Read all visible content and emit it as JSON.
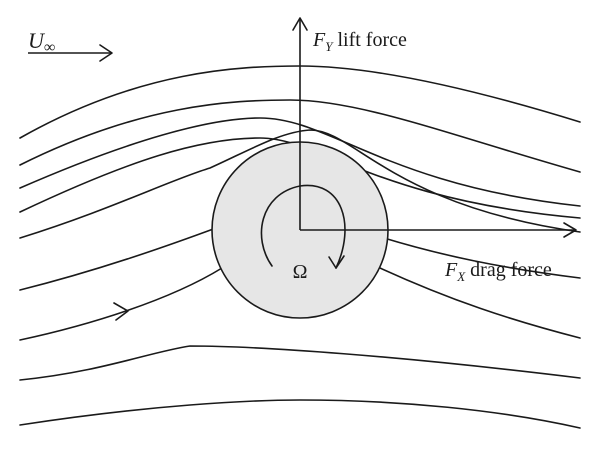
{
  "labels": {
    "free_stream": "U",
    "free_stream_sub": "∞",
    "lift_symbol": "F",
    "lift_sub": "Y",
    "lift_text": " lift force",
    "drag_symbol": "F",
    "drag_sub": "X",
    "drag_text": " drag force",
    "omega": "Ω"
  },
  "colors": {
    "line": "#1a1a1a",
    "cylinder_fill": "#e6e6e6",
    "cylinder_stroke": "#1a1a1a",
    "background": "#ffffff"
  }
}
